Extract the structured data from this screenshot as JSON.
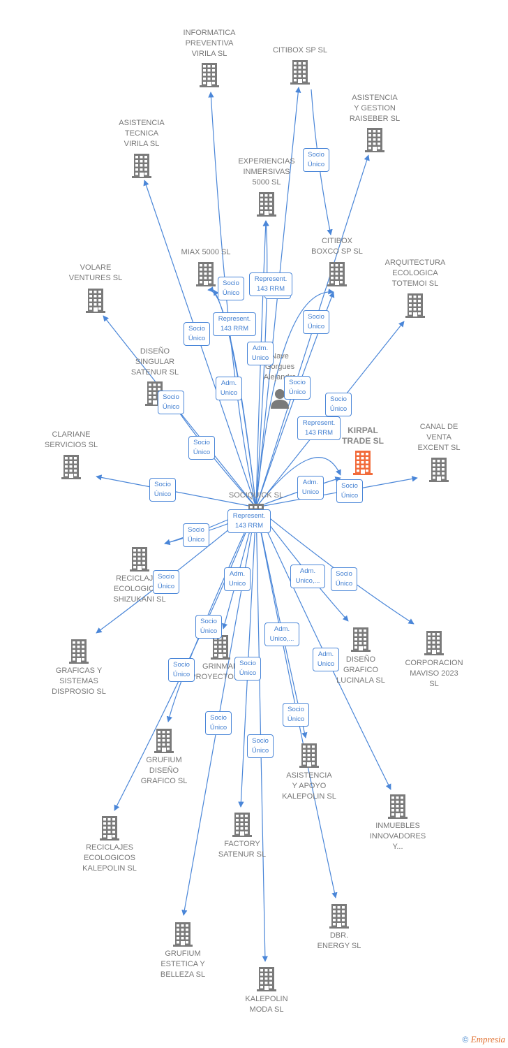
{
  "colors": {
    "edge": "#4a86d8",
    "building": "#7a7a7a",
    "focus": "#f26b3a",
    "person": "#7a7a7a"
  },
  "nodes": [
    {
      "id": "informatica",
      "label": "INFORMATICA\nPREVENTIVA\nVIRILA  SL",
      "type": "company",
      "icon": "building-icon"
    },
    {
      "id": "citibox",
      "label": "CITIBOX SP  SL",
      "type": "company",
      "icon": "building-icon"
    },
    {
      "id": "asistencia_gestion",
      "label": "ASISTENCIA\nY GESTION\nRAISEBER  SL",
      "type": "company",
      "icon": "building-icon"
    },
    {
      "id": "asistencia_tecnica",
      "label": "ASISTENCIA\nTECNICA\nVIRILA  SL",
      "type": "company",
      "icon": "building-icon"
    },
    {
      "id": "experiencias",
      "label": "EXPERIENCIAS\nINMERSIVAS\n5000  SL",
      "type": "company",
      "icon": "building-icon"
    },
    {
      "id": "citibox_boxco",
      "label": "CITIBOX\nBOXCO SP  SL",
      "type": "company",
      "icon": "building-icon"
    },
    {
      "id": "miax",
      "label": "MIAX 5000  SL",
      "type": "company",
      "icon": "building-icon"
    },
    {
      "id": "arquitectura",
      "label": "ARQUITECTURA\nECOLOGICA\nTOTEMOI  SL",
      "type": "company",
      "icon": "building-icon"
    },
    {
      "id": "volare",
      "label": "VOLARE\nVENTURES  SL",
      "type": "company",
      "icon": "building-icon"
    },
    {
      "id": "person",
      "label": "Nave\nGorgues\nAlejandro",
      "type": "person",
      "icon": "person-icon"
    },
    {
      "id": "diseno_singular",
      "label": "DISEÑO\nSINGULAR\nSATENUR  SL",
      "type": "company",
      "icon": "building-icon"
    },
    {
      "id": "kirpal",
      "label": "KIRPAL\nTRADE  SL",
      "type": "focus",
      "icon": "building-icon"
    },
    {
      "id": "clariane",
      "label": "CLARIANE\nSERVICIOS  SL",
      "type": "company",
      "icon": "building-icon"
    },
    {
      "id": "canal",
      "label": "CANAL DE\nVENTA\nEXCENT  SL",
      "type": "company",
      "icon": "building-icon"
    },
    {
      "id": "sociquick",
      "label": "SOCIQUICK  SL",
      "type": "company",
      "icon": "building-icon"
    },
    {
      "id": "reciclajes_shizukani",
      "label": "RECICLAJES\nECOLOGICOS\nSHIZUKANI  SL",
      "type": "company",
      "icon": "building-icon"
    },
    {
      "id": "graficas",
      "label": "GRAFICAS Y\nSISTEMAS\nDISPROSIO  SL",
      "type": "company",
      "icon": "building-icon"
    },
    {
      "id": "grinmar",
      "label": "GRINMAR\nPROYECTOS  SL",
      "type": "company",
      "icon": "building-icon"
    },
    {
      "id": "diseno_grafico",
      "label": "DISEÑO\nGRAFICO\nLUCINALA  SL",
      "type": "company",
      "icon": "building-icon"
    },
    {
      "id": "corporacion",
      "label": "CORPORACION\nMAVISO 2023\nSL",
      "type": "company",
      "icon": "building-icon"
    },
    {
      "id": "grufium_diseno",
      "label": "GRUFIUM\nDISEÑO\nGRAFICO  SL",
      "type": "company",
      "icon": "building-icon"
    },
    {
      "id": "asistencia_apoyo",
      "label": "ASISTENCIA\nY APOYO\nKALEPOLIN  SL",
      "type": "company",
      "icon": "building-icon"
    },
    {
      "id": "inmuebles",
      "label": "INMUEBLES\nINNOVADORES\nY...",
      "type": "company",
      "icon": "building-icon"
    },
    {
      "id": "reciclajes_kalepolin",
      "label": "RECICLAJES\nECOLOGICOS\nKALEPOLIN  SL",
      "type": "company",
      "icon": "building-icon"
    },
    {
      "id": "factory",
      "label": "FACTORY\nSATENUR  SL",
      "type": "company",
      "icon": "building-icon"
    },
    {
      "id": "dbr",
      "label": "DBR.\nENERGY  SL",
      "type": "company",
      "icon": "building-icon"
    },
    {
      "id": "grufium_estetica",
      "label": "GRUFIUM\nESTETICA Y\nBELLEZA  SL",
      "type": "company",
      "icon": "building-icon"
    },
    {
      "id": "kalepolin_moda",
      "label": "KALEPOLIN\nMODA  SL",
      "type": "company",
      "icon": "building-icon"
    }
  ],
  "edges": [
    {
      "from": "sociquick",
      "to": "informatica",
      "label": "Adm.\nUnico"
    },
    {
      "from": "sociquick",
      "to": "citibox",
      "label": "Socio\nÚnico"
    },
    {
      "from": "citibox",
      "to": "citibox_boxco",
      "label": "Socio\nÚnico"
    },
    {
      "from": "sociquick",
      "to": "asistencia_gestion",
      "label": "Socio\nÚnico"
    },
    {
      "from": "sociquick",
      "to": "asistencia_tecnica",
      "label": "Socio\nÚnico"
    },
    {
      "from": "sociquick",
      "to": "experiencias",
      "label": "Represent.\n143 RRM"
    },
    {
      "from": "sociquick",
      "to": "experiencias",
      "label": "Adm.\nUnico"
    },
    {
      "from": "sociquick",
      "to": "miax",
      "label": "Socio\nÚnico"
    },
    {
      "from": "sociquick",
      "to": "miax",
      "label": "Represent.\n143 RRM"
    },
    {
      "from": "sociquick",
      "to": "citibox_boxco",
      "label": "Socio\nÚnico"
    },
    {
      "from": "sociquick",
      "to": "citibox_boxco",
      "label": "Socio\nÚnico"
    },
    {
      "from": "sociquick",
      "to": "arquitectura",
      "label": "Socio\nÚnico"
    },
    {
      "from": "sociquick",
      "to": "volare",
      "label": "Socio\nÚnico"
    },
    {
      "from": "sociquick",
      "to": "diseno_singular",
      "label": "Socio\nÚnico"
    },
    {
      "from": "sociquick",
      "to": "kirpal",
      "label": "Represent.\n143 RRM"
    },
    {
      "from": "sociquick",
      "to": "kirpal",
      "label": "Adm.\nUnico"
    },
    {
      "from": "sociquick",
      "to": "canal",
      "label": "Socio\nÚnico"
    },
    {
      "from": "sociquick",
      "to": "clariane",
      "label": "Socio\nÚnico"
    },
    {
      "from": "sociquick",
      "to": "reciclajes_shizukani",
      "label": "Socio\nÚnico"
    },
    {
      "from": "sociquick",
      "to": "graficas",
      "label": "Socio\nÚnico"
    },
    {
      "from": "sociquick",
      "to": "grinmar",
      "label": "Adm.\nUnico"
    },
    {
      "from": "sociquick",
      "to": "diseno_grafico",
      "label": "Adm.\nUnico,..."
    },
    {
      "from": "sociquick",
      "to": "corporacion",
      "label": "Socio\nÚnico"
    },
    {
      "from": "sociquick",
      "to": "grufium_diseno",
      "label": "Socio\nÚnico"
    },
    {
      "from": "sociquick",
      "to": "asistencia_apoyo",
      "label": "Adm.\nUnico,..."
    },
    {
      "from": "sociquick",
      "to": "inmuebles",
      "label": "Adm.\nUnico"
    },
    {
      "from": "sociquick",
      "to": "reciclajes_kalepolin",
      "label": "Socio\nÚnico"
    },
    {
      "from": "sociquick",
      "to": "factory",
      "label": "Socio\nÚnico"
    },
    {
      "from": "sociquick",
      "to": "dbr",
      "label": "Socio\nÚnico"
    },
    {
      "from": "sociquick",
      "to": "grufium_estetica",
      "label": "Socio\nÚnico"
    },
    {
      "from": "sociquick",
      "to": "kalepolin_moda",
      "label": "Socio\nÚnico"
    },
    {
      "from": "sociquick",
      "to": "reciclajes_shizukani",
      "label": "Represent.\n143 RRM"
    }
  ],
  "copyright": {
    "symbol": "©",
    "brand": "Empresia"
  }
}
